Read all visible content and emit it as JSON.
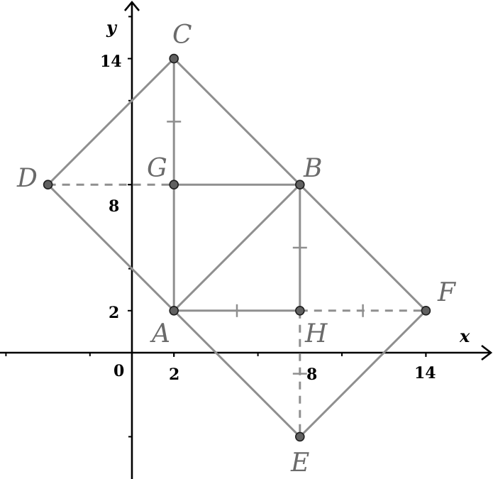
{
  "axes": {
    "x_label": "x",
    "y_label": "y",
    "origin_label": "0"
  },
  "x_ticks": [
    {
      "value": 2,
      "label": "2"
    },
    {
      "value": 8,
      "label": "8"
    },
    {
      "value": 14,
      "label": "14"
    }
  ],
  "y_ticks": [
    {
      "value": 2,
      "label": "2"
    },
    {
      "value": 8,
      "label": "8"
    },
    {
      "value": 14,
      "label": "14"
    }
  ],
  "points": {
    "A": {
      "label": "A",
      "x": 2,
      "y": 2
    },
    "B": {
      "label": "B",
      "x": 8,
      "y": 8
    },
    "C": {
      "label": "C",
      "x": 2,
      "y": 14
    },
    "D": {
      "label": "D",
      "x": -4,
      "y": 8
    },
    "E": {
      "label": "E",
      "x": 8,
      "y": -4
    },
    "F": {
      "label": "F",
      "x": 14,
      "y": 2
    },
    "G": {
      "label": "G",
      "x": 2,
      "y": 8
    },
    "H": {
      "label": "H",
      "x": 8,
      "y": 2
    }
  },
  "colors": {
    "figure": "#8f8f8f",
    "point_fill": "#616161",
    "axis": "#000000"
  }
}
